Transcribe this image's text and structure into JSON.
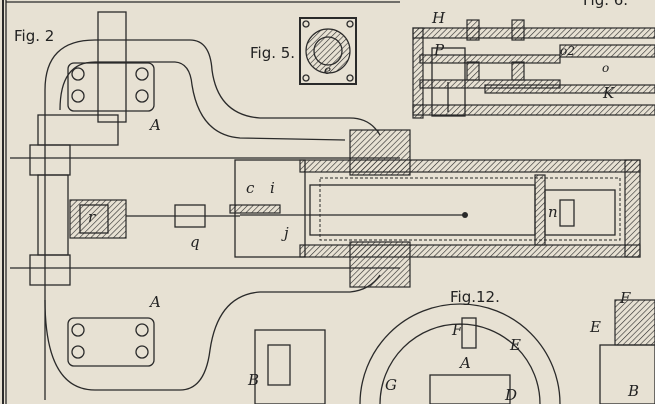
{
  "figures": {
    "fig2": "Fig. 2",
    "fig5": "Fig. 5.",
    "fig6": "Fig. 6.",
    "fig12": "Fig.12."
  },
  "fig2_labels": {
    "A_top": "A",
    "A_bottom": "A",
    "r": "r",
    "q": "q",
    "c": "c",
    "i": "i",
    "j": "j",
    "n": "n",
    "B": "B"
  },
  "fig5_labels": {
    "e": "e"
  },
  "fig6_labels": {
    "H": "H",
    "P": "P",
    "o2": "o2",
    "o": "o",
    "K": "K"
  },
  "fig12_labels": {
    "F": "F",
    "E": "E",
    "A": "A",
    "G": "G",
    "D": "D"
  },
  "right_labels": {
    "F": "F",
    "E": "E",
    "B": "B"
  },
  "colors": {
    "paper": "#e7e1d3",
    "ink": "#2a2a2a"
  }
}
